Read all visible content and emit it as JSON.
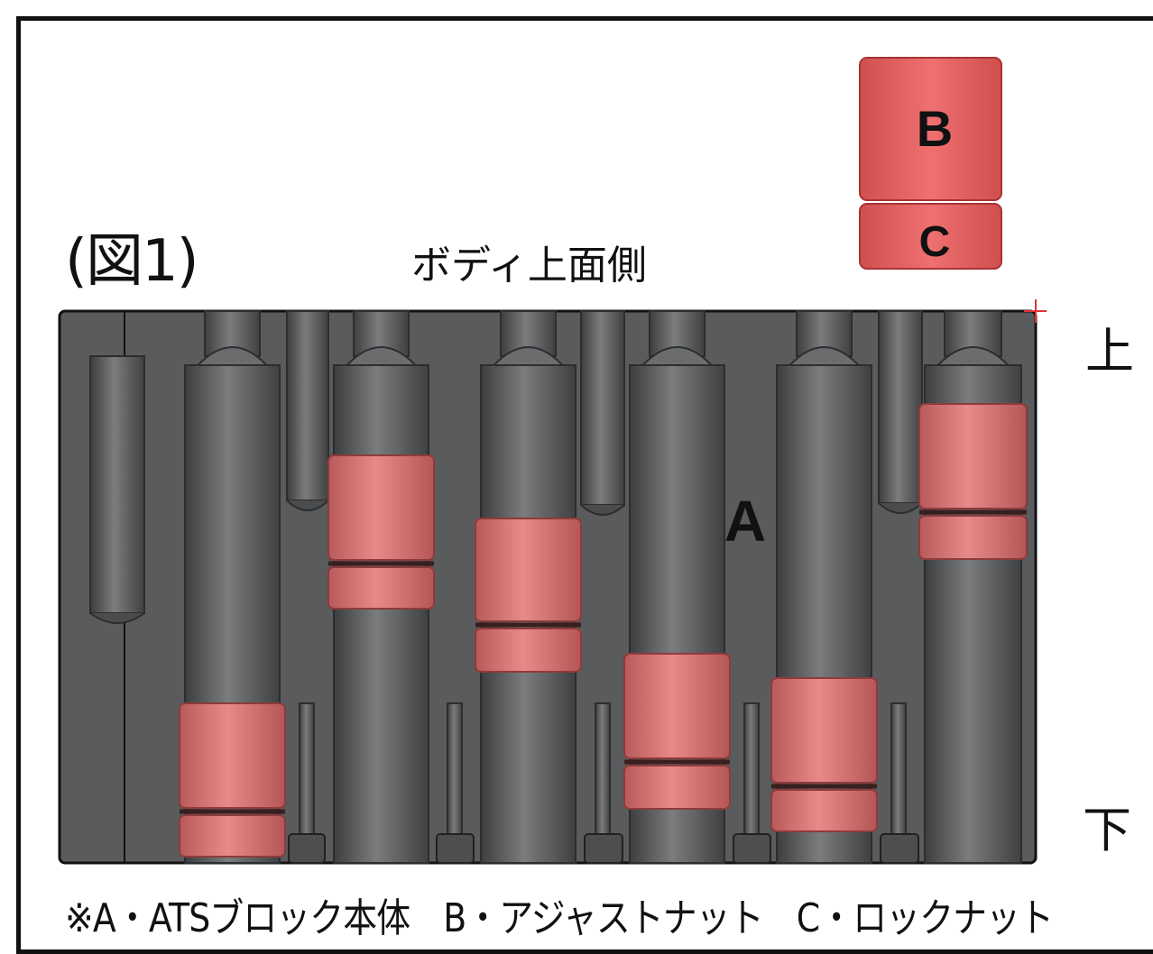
{
  "figure": {
    "label": "(図1)",
    "side_label": "ボディ上面側",
    "direction_up": "上",
    "direction_down": "下",
    "caption": "※A・ATSブロック本体　B・アジャストナット　C・ロックナット"
  },
  "legend": {
    "b": "B",
    "c": "C"
  },
  "block": {
    "label": "A"
  },
  "colors": {
    "body": "#5b5d5f",
    "body_dark": "#3f4143",
    "nut": "#df7070",
    "legend_nut": "#e45e5e",
    "outline": "#111111"
  }
}
